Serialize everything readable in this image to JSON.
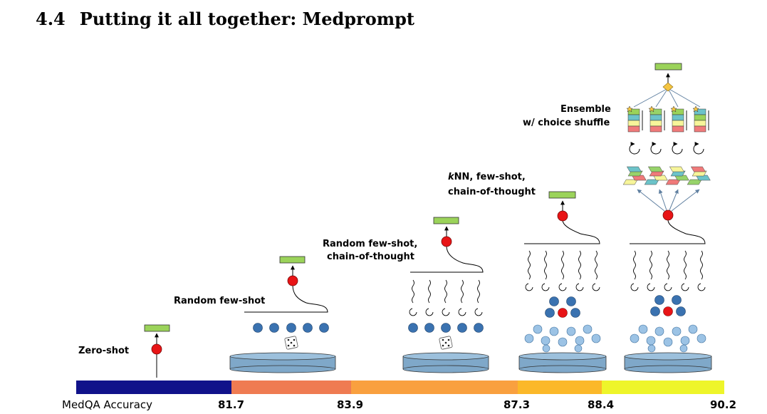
{
  "section": {
    "number": "4.4",
    "title": "Putting it all together: Medprompt"
  },
  "stages": [
    {
      "id": "zero-shot",
      "label_lines": [
        "Zero-shot"
      ]
    },
    {
      "id": "random-few-shot",
      "label_lines": [
        "Random few-shot"
      ]
    },
    {
      "id": "random-few-shot-cot",
      "label_lines": [
        "Random few-shot,",
        "chain-of-thought"
      ]
    },
    {
      "id": "knn-few-shot-cot",
      "label_lines": [
        "kNN, few-shot,",
        "chain-of-thought"
      ],
      "italic_prefix": "k"
    },
    {
      "id": "ensemble",
      "label_lines": [
        "Ensemble",
        "w/ choice shuffle"
      ]
    }
  ],
  "accuracy_bar": {
    "label": "MedQA Accuracy",
    "ticks": [
      "81.7",
      "83.9",
      "87.3",
      "88.4",
      "90.2"
    ],
    "segment_colors": [
      "#10128a",
      "#ef7b52",
      "#f9a03f",
      "#fbb829",
      "#eef52a"
    ]
  },
  "colors": {
    "model_node": "#e81416",
    "output_box": "#9bd35a",
    "database": "#7fa8c9",
    "example_dot": "#3a72b0",
    "light_dot": "#9cc3e5",
    "vote_diamond": "#f5c542"
  },
  "icons": [
    "dice-icon",
    "database-icon",
    "reasoning-chain-icon",
    "shuffle-cycle-icon",
    "output-answer-icon"
  ]
}
